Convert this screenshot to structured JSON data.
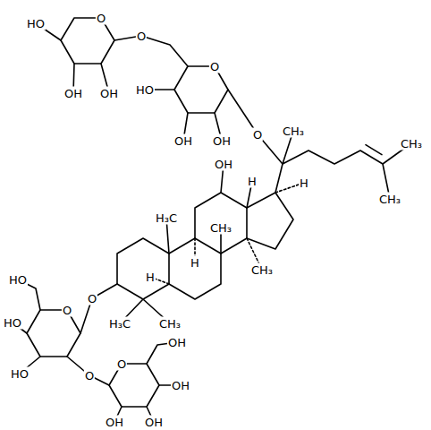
{
  "diagram": {
    "labels": [
      "HO",
      "O",
      "OH",
      "OH",
      "O",
      "O",
      "HO",
      "OH",
      "OH",
      "O",
      "CH₃",
      "CH₃",
      "CH₃",
      "OH",
      "H",
      "H",
      "H₃C",
      "CH₃",
      "H",
      "H",
      "CH₃",
      "O",
      "H₃C",
      "CH₃",
      "O",
      "HO",
      "HO",
      "HO",
      "O",
      "O",
      "OH",
      "OH",
      "OH",
      "OH"
    ]
  }
}
